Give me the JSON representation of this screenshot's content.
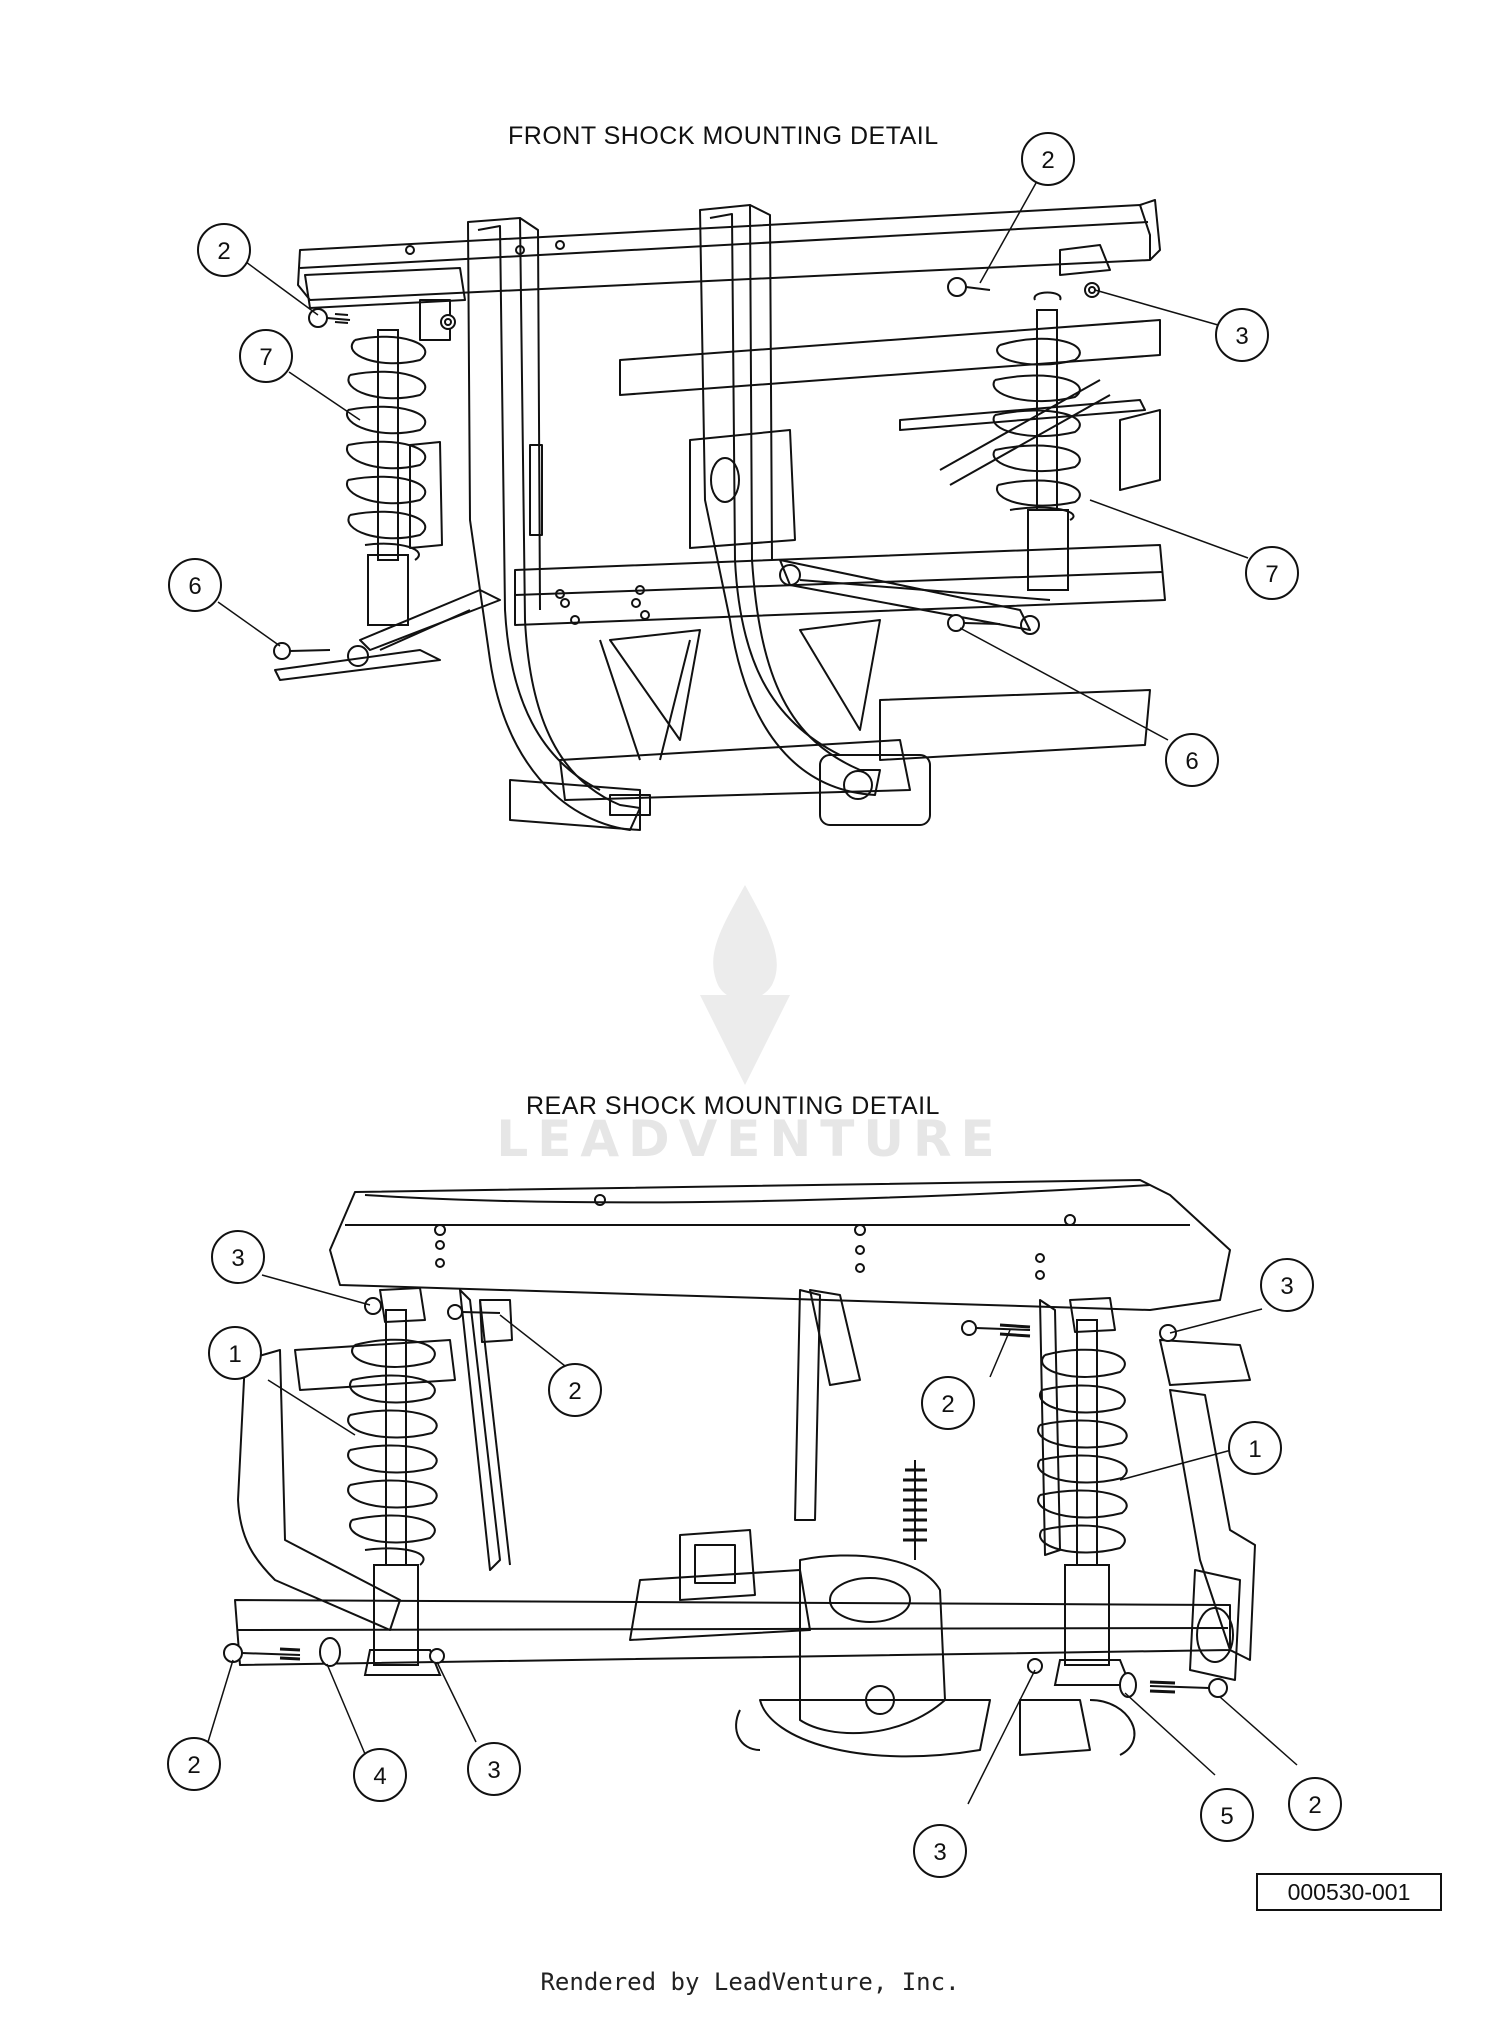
{
  "front_title": "FRONT SHOCK MOUNTING DETAIL",
  "rear_title": "REAR SHOCK MOUNTING DETAIL",
  "watermark": "LEADVENTURE",
  "part_code": "000530-001",
  "footer": "Rendered by LeadVenture, Inc.",
  "callouts": [
    "2",
    "2",
    "3",
    "7",
    "7",
    "6",
    "6",
    "3",
    "1",
    "2",
    "2",
    "3",
    "1",
    "2",
    "4",
    "3",
    "3",
    "5",
    "2"
  ]
}
